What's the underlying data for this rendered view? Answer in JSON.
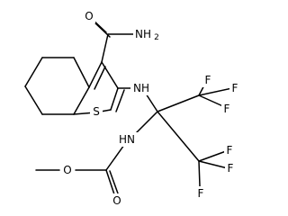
{
  "molecule": {
    "atom_labels": {
      "carboxamide_o": "O",
      "amide_nh2": "NH",
      "amide_nh2_sub": "2",
      "thiophene_s": "S",
      "amine_nh": "NH",
      "f1": "F",
      "f2": "F",
      "f3": "F",
      "f4": "F",
      "f5": "F",
      "f6": "F",
      "carbamate_nh": "HN",
      "carbamate_o_double": "O",
      "carbamate_o_ester": "O"
    }
  }
}
